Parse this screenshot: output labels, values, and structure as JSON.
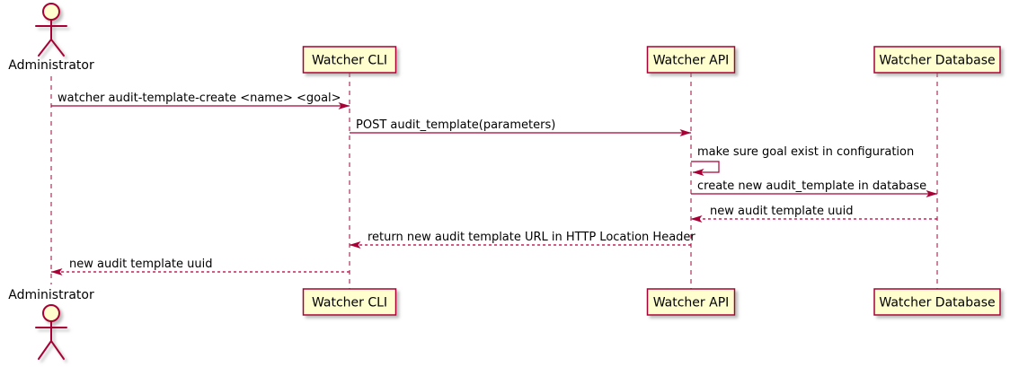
{
  "diagram": {
    "type": "uml-sequence-diagram",
    "actor": {
      "name": "Administrator"
    },
    "participants": [
      {
        "name": "Watcher CLI"
      },
      {
        "name": "Watcher API"
      },
      {
        "name": "Watcher Database"
      }
    ],
    "messages": [
      {
        "from": "Administrator",
        "to": "Watcher CLI",
        "text": "watcher audit-template-create <name> <goal>",
        "line_style": "solid"
      },
      {
        "from": "Watcher CLI",
        "to": "Watcher API",
        "text": "POST audit_template(parameters)",
        "line_style": "solid"
      },
      {
        "from": "Watcher API",
        "to": "Watcher API",
        "text": "make sure goal exist in configuration",
        "line_style": "solid",
        "self_message": true
      },
      {
        "from": "Watcher API",
        "to": "Watcher Database",
        "text": "create new audit_template in database",
        "line_style": "solid"
      },
      {
        "from": "Watcher Database",
        "to": "Watcher API",
        "text": "new audit template uuid",
        "line_style": "dashed"
      },
      {
        "from": "Watcher API",
        "to": "Watcher CLI",
        "text": "return new audit template URL in HTTP Location Header",
        "line_style": "dashed"
      },
      {
        "from": "Watcher CLI",
        "to": "Administrator",
        "text": "new audit template uuid",
        "line_style": "dashed"
      }
    ],
    "colors": {
      "participant_fill": "#FEFECE",
      "border_and_arrows": "#A80036",
      "text": "#000000",
      "background": "#FFFFFF",
      "shadow": "#888888"
    }
  }
}
